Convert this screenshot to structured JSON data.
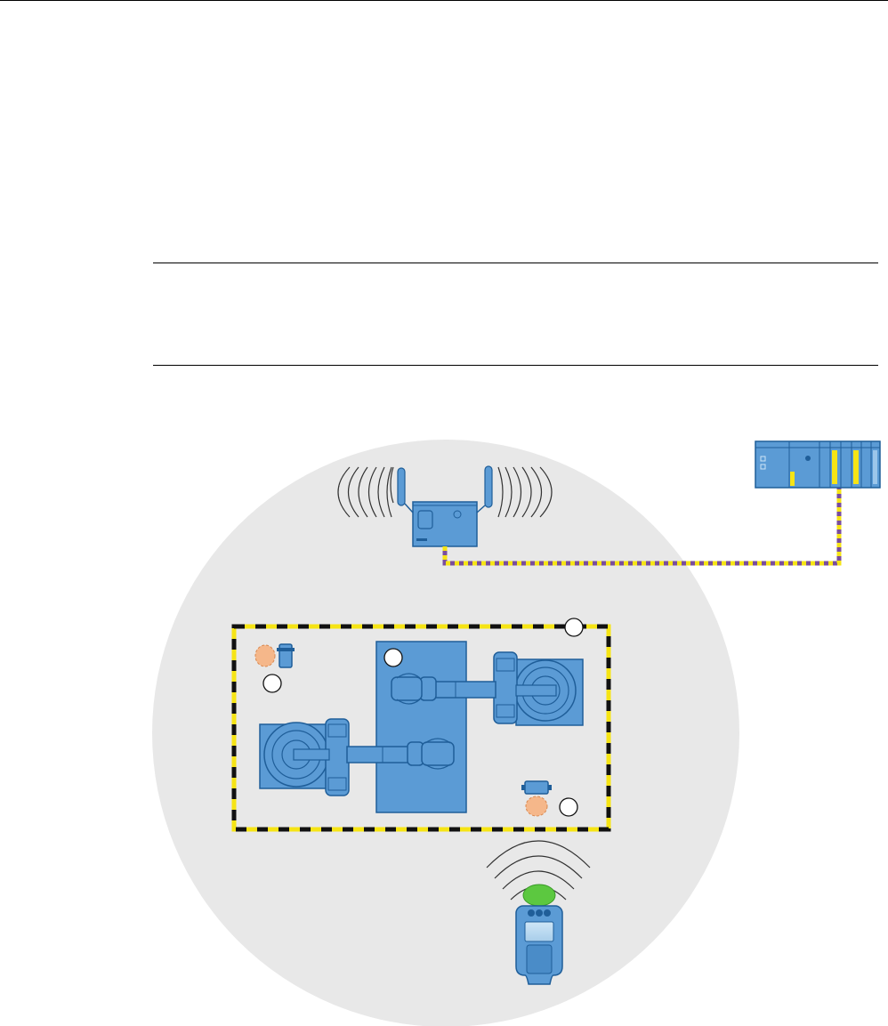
{
  "page": {
    "title": "",
    "note_text": ""
  },
  "colors": {
    "zone_background": "#e8e8e8",
    "equipment_blue": "#5b9bd5",
    "equipment_outline": "#1f5e99",
    "hazard_yellow": "#f6e415",
    "hazard_black": "#111111",
    "cable_purple": "#7a4e9c",
    "person_skin": "#f5b78a",
    "signal_green": "#5cc840"
  },
  "diagram": {
    "callouts": [
      {
        "id": "callout-1",
        "label": ""
      },
      {
        "id": "callout-2",
        "label": ""
      },
      {
        "id": "callout-3",
        "label": ""
      },
      {
        "id": "callout-4",
        "label": ""
      }
    ],
    "components": [
      {
        "name": "access-point",
        "icon": "wireless-access-point-icon"
      },
      {
        "name": "plc-controller",
        "icon": "plc-rack-icon"
      },
      {
        "name": "handheld-terminal",
        "icon": "mobile-panel-icon"
      },
      {
        "name": "robot-left",
        "icon": "industrial-robot-icon"
      },
      {
        "name": "robot-right",
        "icon": "industrial-robot-icon"
      },
      {
        "name": "conveyor-table",
        "icon": "work-table-icon"
      },
      {
        "name": "operator-left",
        "icon": "person-icon"
      },
      {
        "name": "operator-right",
        "icon": "person-icon"
      }
    ]
  }
}
